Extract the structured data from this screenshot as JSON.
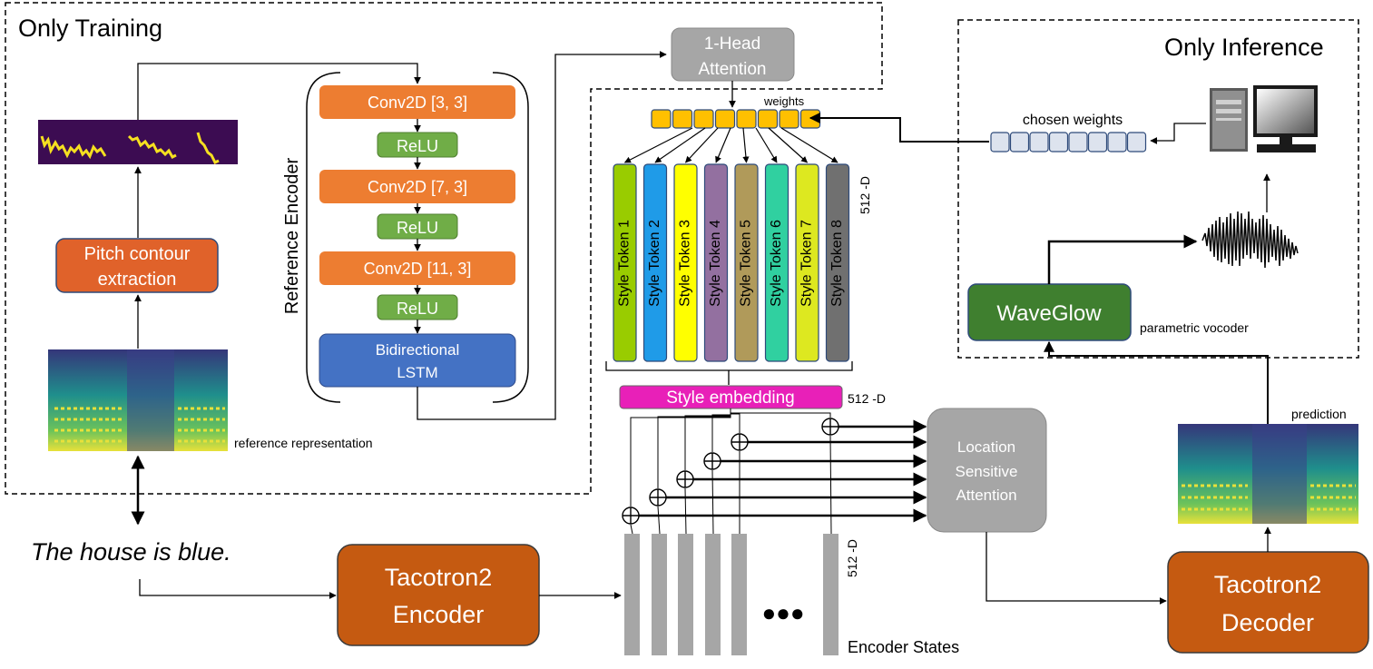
{
  "regions": {
    "training_label": "Only Training",
    "inference_label": "Only Inference"
  },
  "reference_encoder": {
    "title": "Reference Encoder",
    "layers": [
      "Conv2D [3, 3]",
      "ReLU",
      "Conv2D [7, 3]",
      "ReLU",
      "Conv2D [11, 3]",
      "ReLU"
    ],
    "lstm": [
      "Bidirectional",
      "LSTM"
    ]
  },
  "pitch": {
    "label": [
      "Pitch contour",
      "extraction"
    ]
  },
  "reference_representation": "reference representation",
  "input_text": "The house is blue.",
  "encoder": {
    "label": [
      "Tacotron2",
      "Encoder"
    ]
  },
  "attention": {
    "label": [
      "1-Head",
      "Attention"
    ],
    "weights_label": "weights"
  },
  "style_tokens": {
    "labels": [
      "Style Token 1",
      "Style Token 2",
      "Style Token 3",
      "Style Token 4",
      "Style Token 5",
      "Style Token 6",
      "Style Token 7",
      "Style Token 8"
    ],
    "colors": [
      "#99cc00",
      "#1f9be8",
      "#ffff00",
      "#9370a0",
      "#b09a5a",
      "#30d0a0",
      "#dde820",
      "#707070"
    ],
    "dimension": "512 -D"
  },
  "style_embedding": {
    "label": "Style embedding",
    "dimension": "512 -D"
  },
  "inference": {
    "chosen_weights": "chosen weights"
  },
  "waveglow": {
    "label": "WaveGlow",
    "sub": "parametric vocoder"
  },
  "location_attention": {
    "label": [
      "Location",
      "Sensitive",
      "Attention"
    ]
  },
  "encoder_states": {
    "label": "Encoder States",
    "dimension": "512 -D",
    "ellipsis": "●●●"
  },
  "prediction": "prediction",
  "decoder": {
    "label": [
      "Tacotron2",
      "Decoder"
    ]
  },
  "colors": {
    "orange": "#ed7d31",
    "green": "#70ad47",
    "blue": "#4472c4",
    "brown": "#c55a11",
    "dark_green": "#3f7f2f",
    "magenta": "#e820b8",
    "gray": "#a6a6a6",
    "weights_yellow": "#ffc000"
  }
}
